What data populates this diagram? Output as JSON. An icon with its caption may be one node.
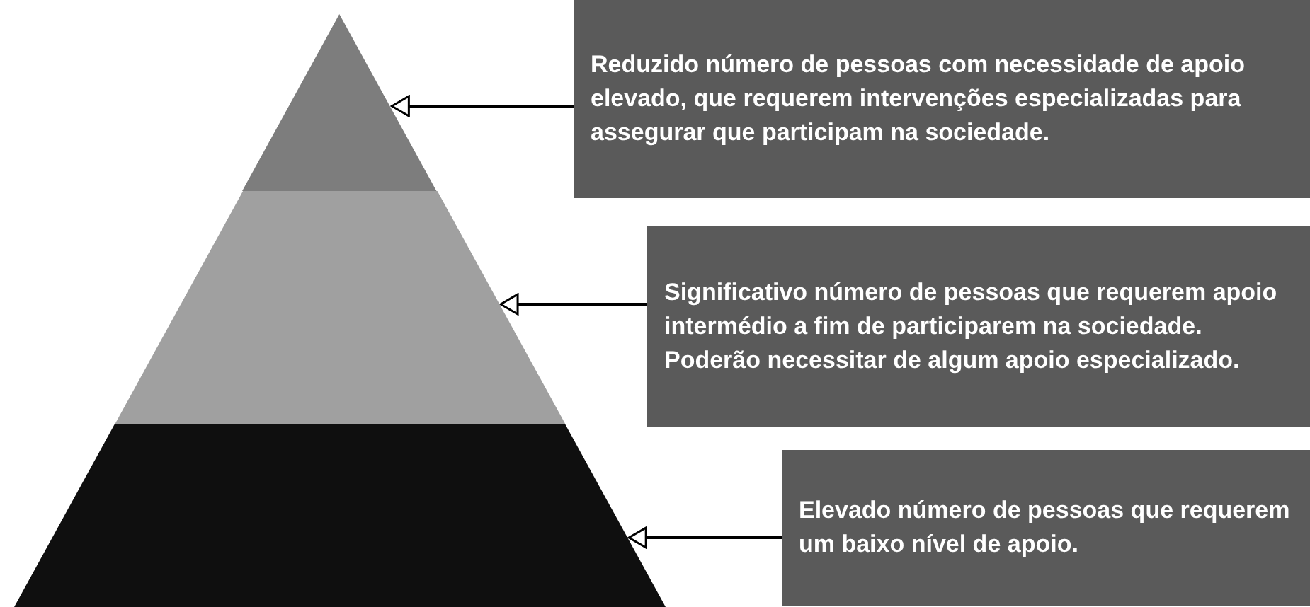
{
  "diagram": {
    "nodes": [
      {
        "text": [],
        "shape": "triangle"
      },
      {
        "text": [],
        "shape": "trapezoid"
      },
      {
        "text": [],
        "shape": "trapezoid"
      },
      {
        "text": [
          "Reduzido número de pessoas com necessidade de apoio elevado, que requerem intervenções especializadas para assegurar que participam na sociedade."
        ]
      },
      {
        "text": [
          "Significativo número de pessoas que requerem apoio intermédio a fim de participarem na sociedade. Poderão necessitar de algum apoio especializado."
        ]
      },
      {
        "text": [
          "Elevado número de pessoas que requerem um baixo nível de apoio."
        ]
      }
    ],
    "edges": [
      {
        "from": 3,
        "to": 0,
        "arrow": "to"
      },
      {
        "from": 4,
        "to": 1,
        "arrow": "to"
      },
      {
        "from": 5,
        "to": 2,
        "arrow": "to"
      }
    ]
  }
}
